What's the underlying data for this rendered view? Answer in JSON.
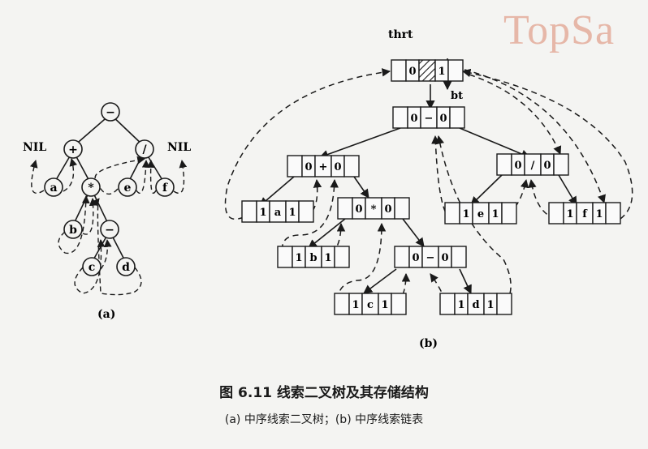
{
  "watermark": "TopSa",
  "figure": {
    "caption_main": "图 6.11   线索二叉树及其存储结构",
    "caption_sub": "(a) 中序线索二叉树；(b) 中序线索链表"
  },
  "panel_a": {
    "label": "(a)",
    "nil_left": "NIL",
    "nil_right": "NIL",
    "nodes": [
      "−",
      "+",
      "/",
      "a",
      "*",
      "e",
      "f",
      "b",
      "−",
      "c",
      "d"
    ]
  },
  "panel_b": {
    "label": "(b)",
    "thrt_label": "thrt",
    "bt_label": "bt",
    "header_node": [
      "",
      "0",
      "",
      "1",
      ""
    ],
    "nodes": [
      [
        "",
        "0",
        "−",
        "0",
        ""
      ],
      [
        "",
        "0",
        "+",
        "0",
        ""
      ],
      [
        "",
        "0",
        "/",
        "0",
        ""
      ],
      [
        "",
        "1",
        "a",
        "1",
        ""
      ],
      [
        "",
        "0",
        "*",
        "0",
        ""
      ],
      [
        "",
        "1",
        "e",
        "1",
        ""
      ],
      [
        "",
        "1",
        "f",
        "1",
        ""
      ],
      [
        "",
        "1",
        "b",
        "1",
        ""
      ],
      [
        "",
        "0",
        "−",
        "0",
        ""
      ],
      [
        "",
        "1",
        "c",
        "1",
        ""
      ],
      [
        "",
        "1",
        "d",
        "1",
        ""
      ]
    ]
  }
}
